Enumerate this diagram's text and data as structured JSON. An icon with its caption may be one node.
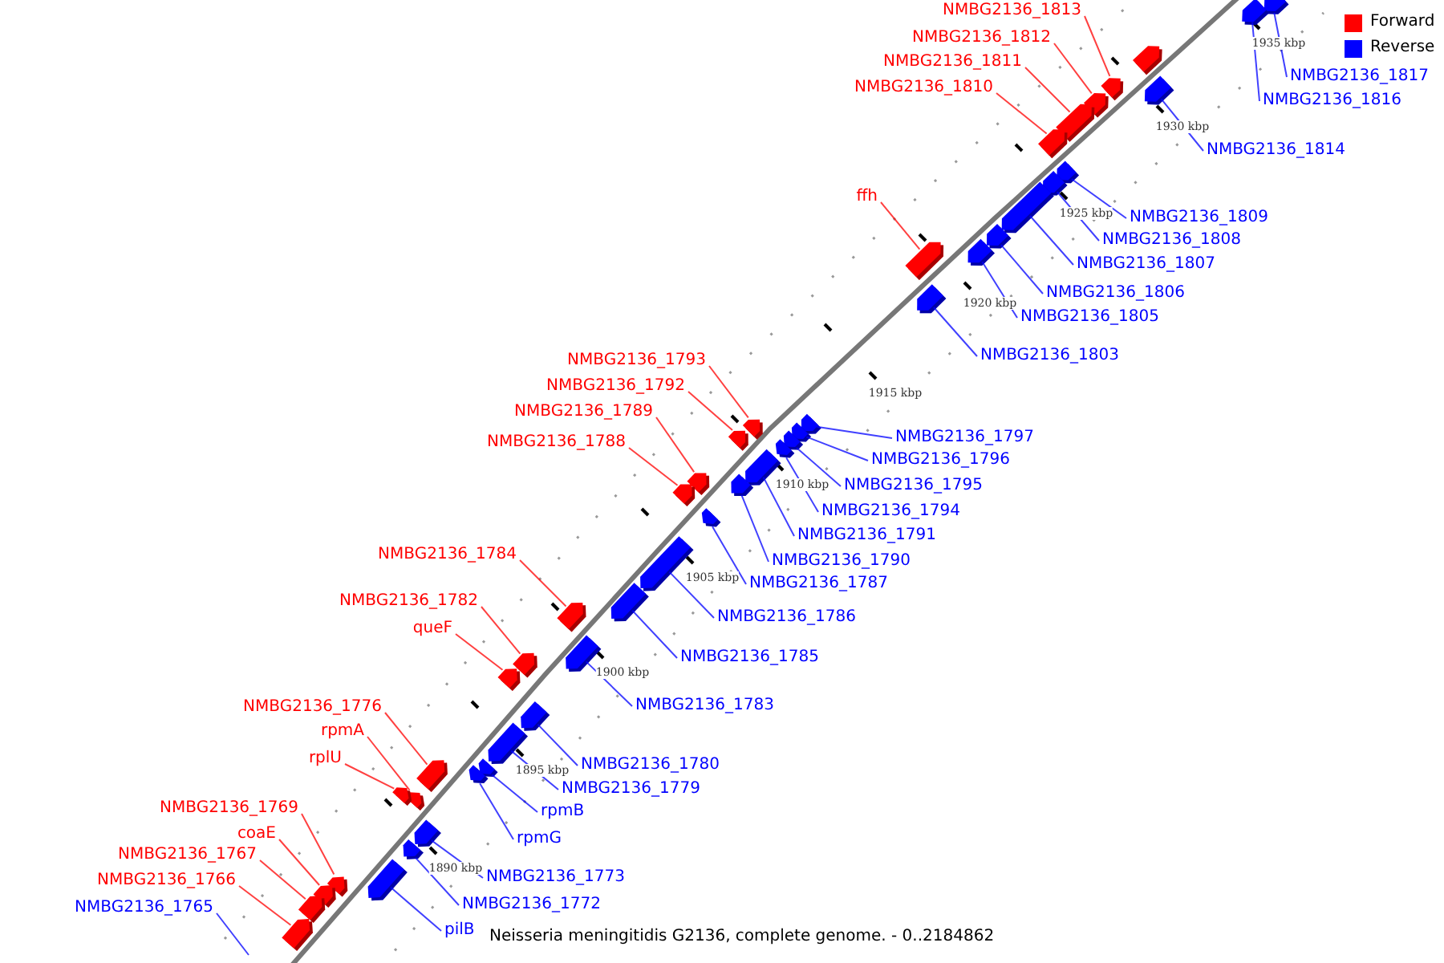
{
  "diagram": {
    "caption": "Neisseria meningitidis G2136, complete genome. - 0..2184862",
    "nodes": [
      {
        "text": [],
        "shape": "box"
      },
      {
        "text": [
          "NMBG2136_1813"
        ]
      },
      {
        "text": [],
        "shape": "box"
      },
      {
        "text": [
          "NMBG2136_1812"
        ]
      },
      {
        "text": [],
        "shape": "box"
      },
      {
        "text": [
          "NMBG2136_1811"
        ]
      },
      {
        "text": [],
        "shape": "box"
      },
      {
        "text": [
          "NMBG2136_1817"
        ]
      },
      {
        "text": [],
        "shape": "box"
      },
      {
        "text": [
          "NMBG2136_1816"
        ]
      },
      {
        "text": [],
        "shape": "box"
      },
      {
        "text": [
          "NMBG2136_1810"
        ]
      },
      {
        "text": [],
        "shape": "box"
      },
      {
        "text": [
          "NMBG2136_1814"
        ]
      },
      {
        "text": [],
        "shape": "box"
      },
      {
        "text": [
          "ffh"
        ]
      },
      {
        "text": [],
        "shape": "box"
      },
      {
        "text": [
          "NMBG2136_1809"
        ]
      },
      {
        "text": [],
        "shape": "box"
      },
      {
        "text": [
          "NMBG2136_1808"
        ]
      },
      {
        "text": [],
        "shape": "box"
      },
      {
        "text": [
          "NMBG2136_1807"
        ]
      },
      {
        "text": [],
        "shape": "box"
      },
      {
        "text": [
          "NMBG2136_1806"
        ]
      },
      {
        "text": [],
        "shape": "box"
      },
      {
        "text": [
          "NMBG2136_1805"
        ]
      },
      {
        "text": [],
        "shape": "box"
      },
      {
        "text": [
          "NMBG2136_1803"
        ]
      },
      {
        "text": [],
        "shape": "box"
      },
      {
        "text": [
          "NMBG2136_1793"
        ]
      },
      {
        "text": [],
        "shape": "box"
      },
      {
        "text": [
          "NMBG2136_1792"
        ]
      },
      {
        "text": [],
        "shape": "box"
      },
      {
        "text": [
          "NMBG2136_1789"
        ]
      },
      {
        "text": [],
        "shape": "box"
      },
      {
        "text": [
          "NMBG2136_1797"
        ]
      },
      {
        "text": [],
        "shape": "box"
      },
      {
        "text": [
          "NMBG2136_1796"
        ]
      },
      {
        "text": [],
        "shape": "box"
      },
      {
        "text": [
          "NMBG2136_1788"
        ]
      },
      {
        "text": [],
        "shape": "box"
      },
      {
        "text": [
          "NMBG2136_1795"
        ]
      },
      {
        "text": [],
        "shape": "box"
      },
      {
        "text": [
          "NMBG2136_1794"
        ]
      },
      {
        "text": [],
        "shape": "box"
      },
      {
        "text": [
          "NMBG2136_1791"
        ]
      },
      {
        "text": [],
        "shape": "box"
      },
      {
        "text": [
          "NMBG2136_1784"
        ]
      },
      {
        "text": [],
        "shape": "box"
      },
      {
        "text": [
          "NMBG2136_1790"
        ]
      },
      {
        "text": [],
        "shape": "box"
      },
      {
        "text": [
          "NMBG2136_1787"
        ]
      },
      {
        "text": [],
        "shape": "box"
      },
      {
        "text": [
          "NMBG2136_1782"
        ]
      },
      {
        "text": [],
        "shape": "box"
      },
      {
        "text": [
          "NMBG2136_1786"
        ]
      },
      {
        "text": [],
        "shape": "box"
      },
      {
        "text": [
          "queF"
        ]
      },
      {
        "text": [],
        "shape": "box"
      },
      {
        "text": [
          "NMBG2136_1785"
        ]
      },
      {
        "text": [],
        "shape": "box"
      },
      {
        "text": [
          "NMBG2136_1783"
        ]
      },
      {
        "text": [],
        "shape": "box"
      },
      {
        "text": [
          "NMBG2136_1776"
        ]
      },
      {
        "text": [],
        "shape": "box"
      },
      {
        "text": [
          "rpmA"
        ]
      },
      {
        "text": [],
        "shape": "box"
      },
      {
        "text": [
          "rplU"
        ]
      },
      {
        "text": [],
        "shape": "box"
      },
      {
        "text": [
          "NMBG2136_1780"
        ]
      },
      {
        "text": [],
        "shape": "box"
      },
      {
        "text": [
          "NMBG2136_1779"
        ]
      },
      {
        "text": [],
        "shape": "box"
      },
      {
        "text": [
          "NMBG2136_1769"
        ]
      },
      {
        "text": [],
        "shape": "box"
      },
      {
        "text": [
          "rpmB"
        ]
      },
      {
        "text": [],
        "shape": "box"
      },
      {
        "text": [
          "coaE"
        ]
      },
      {
        "text": [],
        "shape": "box"
      },
      {
        "text": [
          "rpmG"
        ]
      },
      {
        "text": [],
        "shape": "box"
      },
      {
        "text": [
          "NMBG2136_1767"
        ]
      },
      {
        "text": [],
        "shape": "box"
      },
      {
        "text": [
          "NMBG2136_1773"
        ]
      },
      {
        "text": [],
        "shape": "box"
      },
      {
        "text": [
          "NMBG2136_1766"
        ]
      },
      {
        "text": [],
        "shape": "box"
      },
      {
        "text": [
          "NMBG2136_1772"
        ]
      },
      {
        "text": [],
        "shape": "box"
      },
      {
        "text": [
          "NMBG2136_1765"
        ]
      },
      {
        "text": [
          "pilB"
        ]
      },
      {
        "text": [],
        "shape": "box"
      }
    ],
    "edges": [
      {
        "from": 1,
        "to": 2,
        "arrow": "none",
        "color": "#ff0000"
      },
      {
        "from": 3,
        "to": 4,
        "arrow": "none",
        "color": "#ff0000"
      },
      {
        "from": 5,
        "to": 6,
        "arrow": "none",
        "color": "#ff0000"
      },
      {
        "from": 7,
        "to": 8,
        "arrow": "none"
      },
      {
        "from": 9,
        "to": 10,
        "arrow": "none"
      },
      {
        "from": 11,
        "to": 12,
        "arrow": "none",
        "color": "#ff0000"
      },
      {
        "from": 13,
        "to": 14,
        "arrow": "none"
      },
      {
        "from": 15,
        "to": 16,
        "arrow": "none",
        "color": "#ff0000"
      },
      {
        "from": 17,
        "to": 18,
        "arrow": "none"
      },
      {
        "from": 19,
        "to": 20,
        "arrow": "none"
      },
      {
        "from": 21,
        "to": 22,
        "arrow": "none"
      },
      {
        "from": 23,
        "to": 24,
        "arrow": "none"
      },
      {
        "from": 25,
        "to": 26,
        "arrow": "none"
      },
      {
        "from": 27,
        "to": 28,
        "arrow": "none"
      },
      {
        "from": 29,
        "to": 30,
        "arrow": "none",
        "color": "#ff0000"
      },
      {
        "from": 31,
        "to": 32,
        "arrow": "none",
        "color": "#ff0000"
      },
      {
        "from": 33,
        "to": 34,
        "arrow": "none",
        "color": "#ff0000"
      },
      {
        "from": 35,
        "to": 36,
        "arrow": "none"
      },
      {
        "from": 37,
        "to": 38,
        "arrow": "none"
      },
      {
        "from": 39,
        "to": 40,
        "arrow": "none",
        "color": "#ff0000"
      },
      {
        "from": 41,
        "to": 42,
        "arrow": "none"
      },
      {
        "from": 43,
        "to": 44,
        "arrow": "none"
      },
      {
        "from": 45,
        "to": 46,
        "arrow": "none"
      },
      {
        "from": 47,
        "to": 48,
        "arrow": "none",
        "color": "#ff0000"
      },
      {
        "from": 49,
        "to": 50,
        "arrow": "none"
      },
      {
        "from": 51,
        "to": 52,
        "arrow": "none"
      },
      {
        "from": 53,
        "to": 54,
        "arrow": "none",
        "color": "#ff0000"
      },
      {
        "from": 55,
        "to": 56,
        "arrow": "none"
      },
      {
        "from": 57,
        "to": 58,
        "arrow": "none",
        "color": "#ff0000"
      },
      {
        "from": 59,
        "to": 60,
        "arrow": "none"
      },
      {
        "from": 61,
        "to": 62,
        "arrow": "none"
      },
      {
        "from": 63,
        "to": 64,
        "arrow": "none",
        "color": "#ff0000"
      },
      {
        "from": 65,
        "to": 66,
        "arrow": "none",
        "color": "#ff0000"
      },
      {
        "from": 67,
        "to": 68,
        "arrow": "none",
        "color": "#ff0000"
      },
      {
        "from": 69,
        "to": 70,
        "arrow": "none"
      },
      {
        "from": 71,
        "to": 72,
        "arrow": "none"
      },
      {
        "from": 73,
        "to": 74,
        "arrow": "none",
        "color": "#ff0000"
      },
      {
        "from": 75,
        "to": 76,
        "arrow": "none"
      },
      {
        "from": 77,
        "to": 78,
        "arrow": "none",
        "color": "#ff0000"
      },
      {
        "from": 79,
        "to": 80,
        "arrow": "none"
      },
      {
        "from": 81,
        "to": 82,
        "arrow": "none",
        "color": "#ff0000"
      },
      {
        "from": 83,
        "to": 84,
        "arrow": "none"
      },
      {
        "from": 85,
        "to": 86,
        "arrow": "none",
        "color": "#ff0000"
      },
      {
        "from": 87,
        "to": 88,
        "arrow": "none"
      },
      {
        "from": 89,
        "to": null,
        "arrow": "none"
      },
      {
        "from": 90,
        "to": 91,
        "arrow": "none"
      }
    ],
    "labels": [
      "1935 kbp",
      "1930 kbp",
      "1925 kbp",
      "1920 kbp",
      "1915 kbp",
      "1910 kbp",
      "1905 kbp",
      "1900 kbp",
      "1895 kbp",
      "1890 kbp"
    ],
    "legend": [
      {
        "text": "Forward",
        "color": "#ff0000"
      },
      {
        "text": "Reverse",
        "color": "#0000ff"
      }
    ]
  }
}
